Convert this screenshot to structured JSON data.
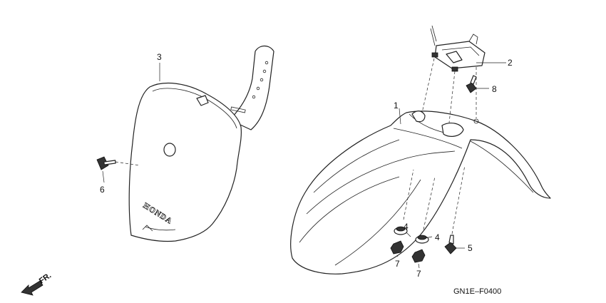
{
  "diagram": {
    "code": "GN1E–F0400",
    "direction_label": "FR.",
    "brand_mark": "HONDA",
    "callouts": [
      {
        "id": "c1",
        "text": "1"
      },
      {
        "id": "c2",
        "text": "2"
      },
      {
        "id": "c3",
        "text": "3"
      },
      {
        "id": "c4a",
        "text": "4"
      },
      {
        "id": "c4b",
        "text": "4"
      },
      {
        "id": "c5",
        "text": "5"
      },
      {
        "id": "c6",
        "text": "6"
      },
      {
        "id": "c7a",
        "text": "7"
      },
      {
        "id": "c7b",
        "text": "7"
      },
      {
        "id": "c8",
        "text": "8"
      }
    ]
  }
}
